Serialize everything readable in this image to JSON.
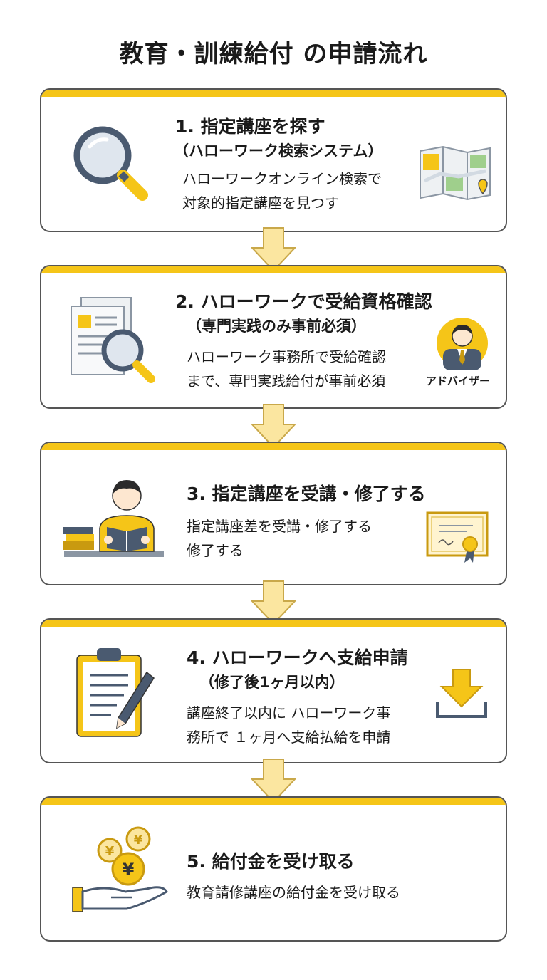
{
  "title": "教育・訓練給付 の申請流れ",
  "steps": [
    {
      "heading": "1. 指定講座を探す",
      "subheading": "（ハローワーク検索システム）",
      "body_lines": [
        "ハローワークオンライン検索で",
        "対象的指定講座を見つす"
      ],
      "icons": [
        "magnifier-icon",
        "map-icon"
      ]
    },
    {
      "heading": "2. ハローワークで受給資格確認",
      "subheading": "（専門実践のみ事前必須）",
      "body_lines": [
        "ハローワーク事務所で受給確認",
        "まで、専門実践給付が事前必須"
      ],
      "icons": [
        "document-search-icon",
        "advisor-icon"
      ],
      "advisor_label": "アドバイザー"
    },
    {
      "heading": "3. 指定講座を受講・修了する",
      "body_lines": [
        "指定講座差を受講・修了する",
        "修了する"
      ],
      "icons": [
        "student-reading-icon",
        "certificate-icon"
      ]
    },
    {
      "heading": "4. ハローワークへ支給申請",
      "subheading": "（修了後1ヶ月以内）",
      "body_lines": [
        "講座終了以内に ハローワーク事",
        "務所で １ヶ月へ支給払給を申請"
      ],
      "icons": [
        "clipboard-pen-icon",
        "download-tray-icon"
      ]
    },
    {
      "heading": "5. 給付金を受け取る",
      "body_lines": [
        "教育請修講座の給付金を受け取る"
      ],
      "icons": [
        "yen-coins-hand-icon"
      ]
    }
  ],
  "colors": {
    "accent": "#f5c518",
    "arrow_fill": "#fbe6a0",
    "arrow_stroke": "#c9a84a",
    "border": "#555555"
  }
}
